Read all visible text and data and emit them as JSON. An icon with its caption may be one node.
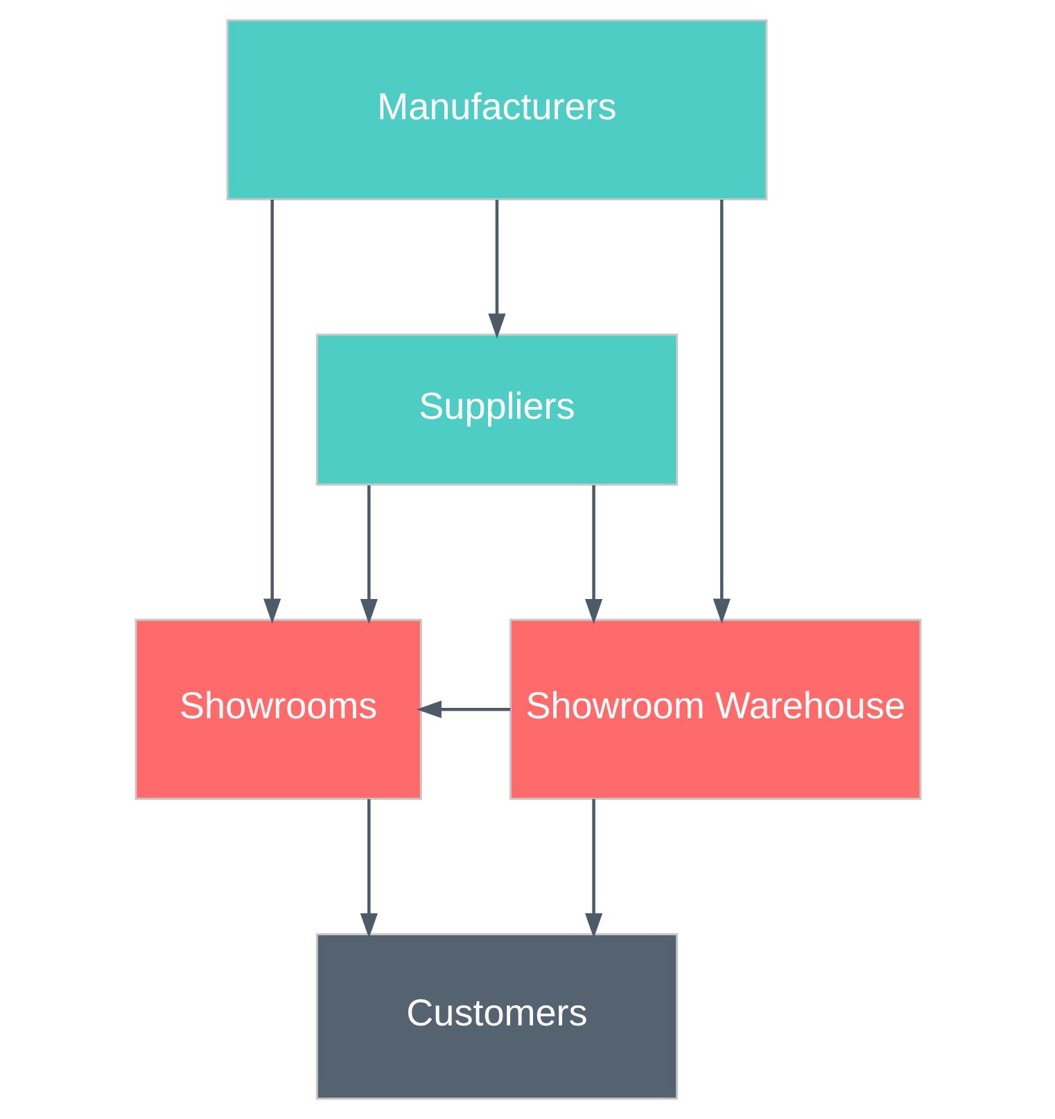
{
  "diagram": {
    "nodes": [
      {
        "text": [
          "Manufacturers"
        ]
      },
      {
        "text": [
          "Suppliers"
        ]
      },
      {
        "text": [
          "Showrooms"
        ]
      },
      {
        "text": [
          "Showroom Warehouse"
        ]
      },
      {
        "text": [
          "Customers"
        ]
      }
    ],
    "edges": [
      {
        "from": 0,
        "to": 1,
        "arrow": "to"
      },
      {
        "from": 0,
        "to": 2,
        "arrow": "to"
      },
      {
        "from": 0,
        "to": 3,
        "arrow": "to"
      },
      {
        "from": 1,
        "to": 2,
        "arrow": "to"
      },
      {
        "from": 1,
        "to": 3,
        "arrow": "to"
      },
      {
        "from": 3,
        "to": 2,
        "arrow": "to"
      },
      {
        "from": 2,
        "to": 4,
        "arrow": "to"
      },
      {
        "from": 3,
        "to": 4,
        "arrow": "to"
      }
    ]
  }
}
